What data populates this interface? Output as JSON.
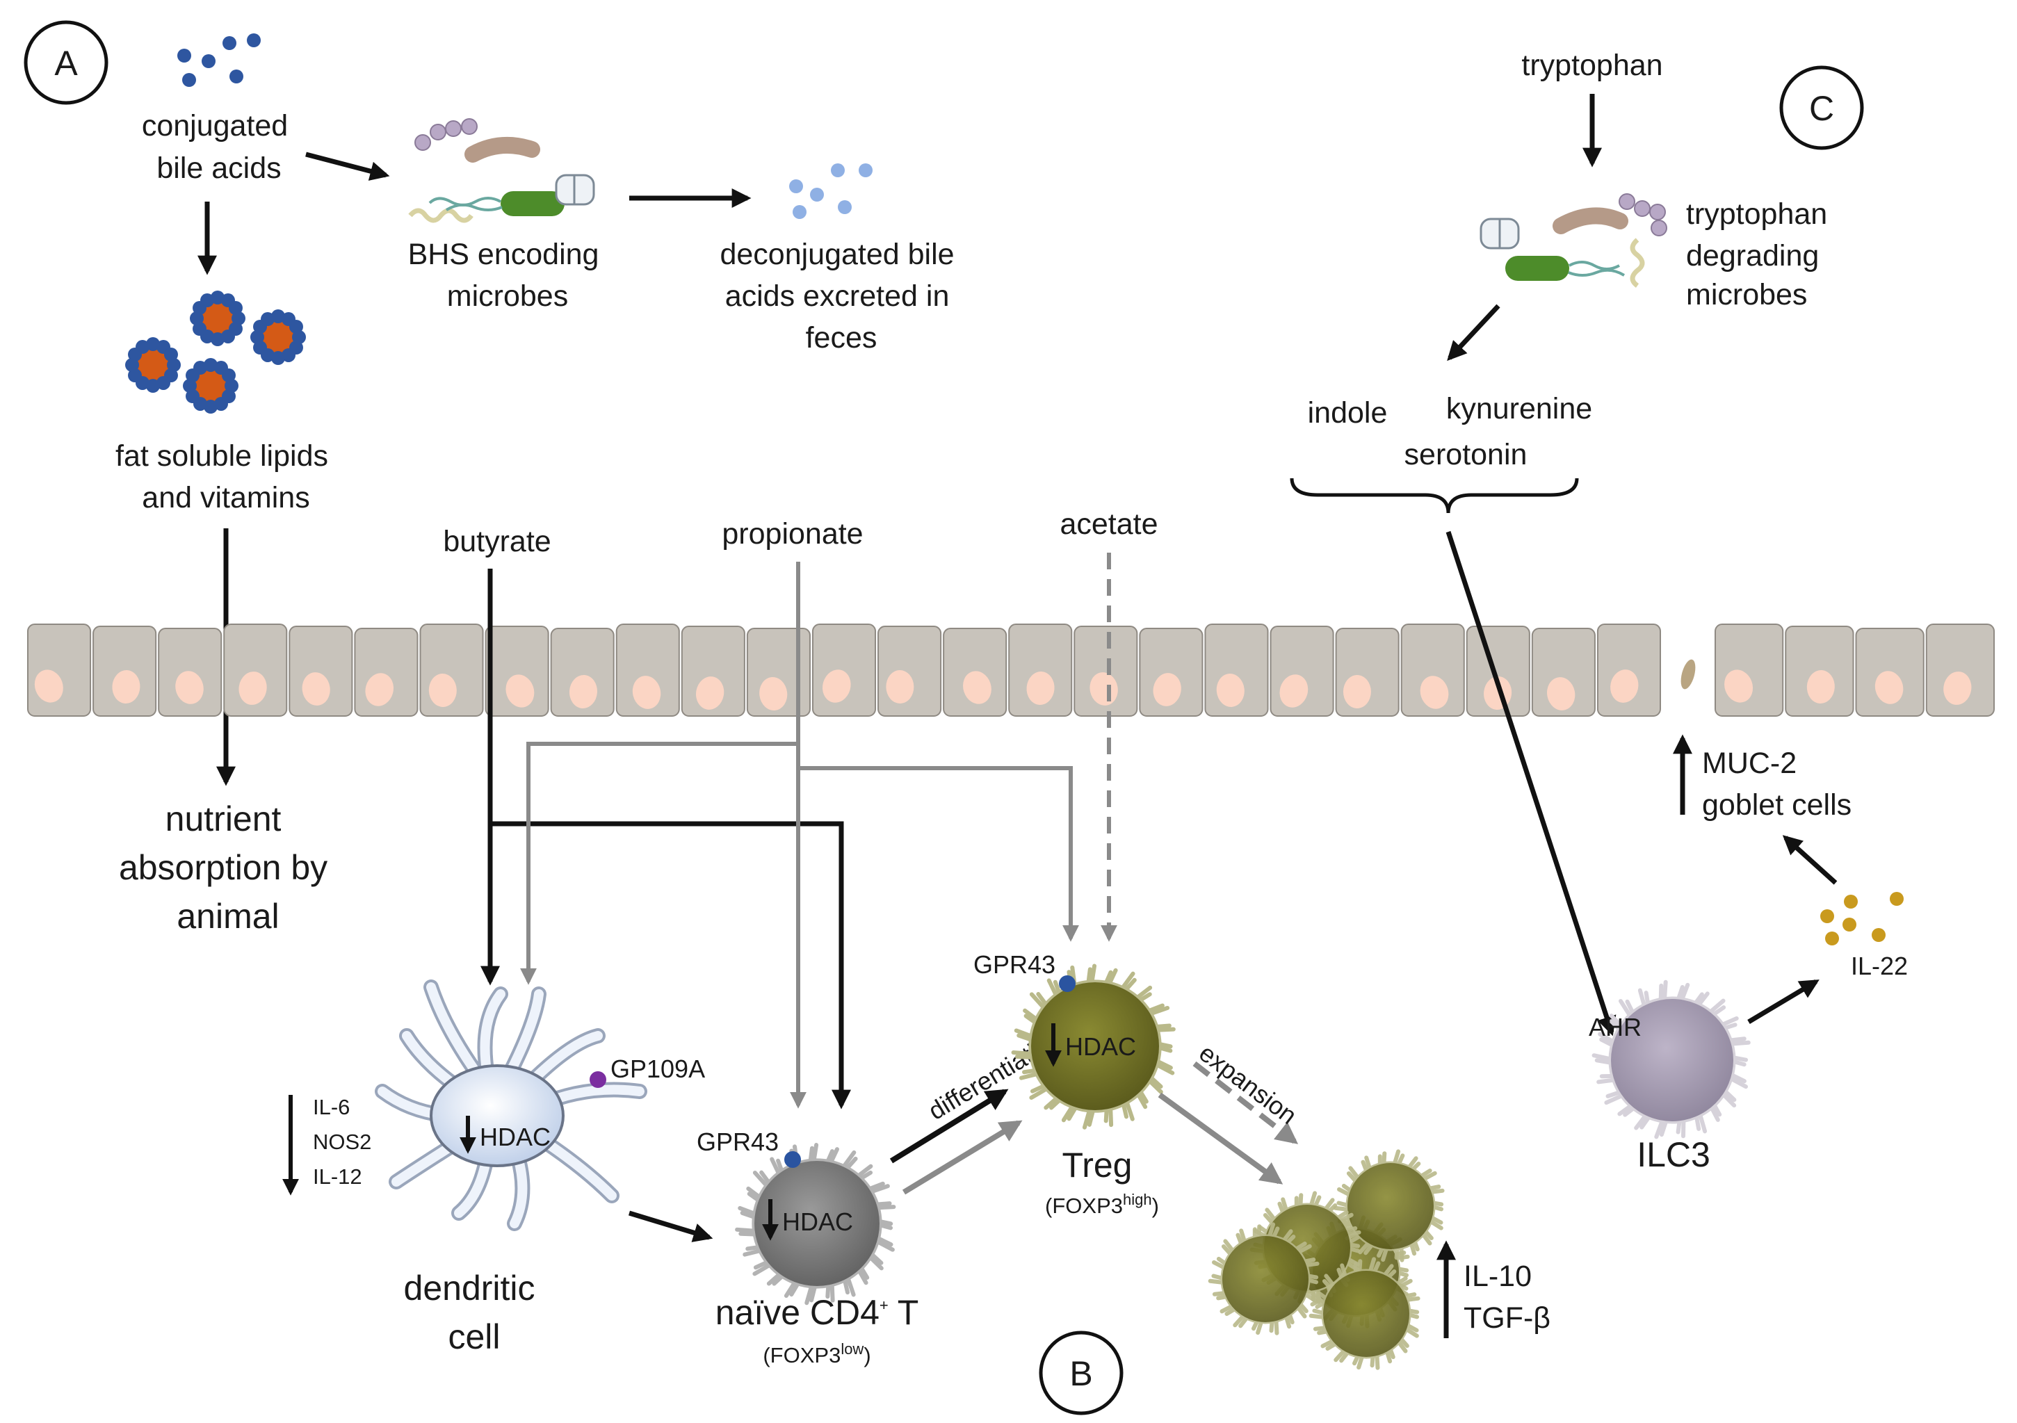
{
  "panels": {
    "a": "A",
    "b": "B",
    "c": "C"
  },
  "panel_a": {
    "conjugated": [
      "conjugated",
      "bile acids"
    ],
    "bhs": [
      "BHS encoding",
      "microbes"
    ],
    "deconjugated": [
      "deconjugated bile",
      "acids excreted in",
      "feces"
    ],
    "fat": [
      "fat soluble lipids",
      "and vitamins"
    ],
    "nutrient": [
      "nutrient",
      "absorption by",
      "animal"
    ]
  },
  "scfa": {
    "butyrate": "butyrate",
    "propionate": "propionate",
    "acetate": "acetate"
  },
  "panel_b": {
    "dendritic_cell": [
      "dendritic",
      "cell"
    ],
    "gp109a": "GP109A",
    "hdac": "HDAC",
    "dc_cytokines": [
      "IL-6",
      "NOS2",
      "IL-12"
    ],
    "gpr43": "GPR43",
    "naive": {
      "main": "naïve CD4",
      "sup": "+",
      "tail": " T"
    },
    "foxp3_low": {
      "base": "(FOXP3",
      "sup": "low",
      "close": ")"
    },
    "differentiation": "differentiation",
    "treg": "Treg",
    "foxp3_high": {
      "base": "(FOXP3",
      "sup": "high",
      "close": ")"
    },
    "expansion": "expansion",
    "treg_cytokines": [
      "IL-10",
      "TGF-β"
    ]
  },
  "panel_c": {
    "tryptophan": "tryptophan",
    "degrading": [
      "tryptophan",
      "degrading",
      "microbes"
    ],
    "indole": "indole",
    "kynurenine": "kynurenine",
    "serotonin": "serotonin",
    "ahr": "AHR",
    "ilc3": "ILC3",
    "il22": "IL-22",
    "muc2": [
      "MUC-2",
      "goblet cells"
    ]
  },
  "colors": {
    "arrow_black": "#111111",
    "arrow_gray": "#8a8a8a",
    "epithelium": "#c8c3bb",
    "nucleus": "#fbd5c4",
    "bile_blue": "#2e56a0",
    "bile_light": "#8fb0e4",
    "micelle_core": "#d45a16",
    "treg_green": "#6e6e22",
    "naive_gray": "#7d7d7d",
    "dc_fill": "#e6eefa",
    "ilc3_fill": "#a79fb4",
    "il22_gold": "#c99a1e",
    "receptor_blue": "#2a54a0",
    "receptor_purple": "#7b2ea0"
  }
}
